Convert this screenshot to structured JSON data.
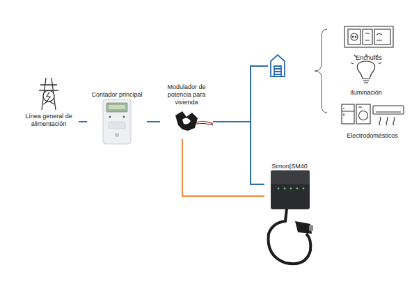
{
  "diagram": {
    "nodes": [
      {
        "text": [
          "Línea general de alimentación"
        ]
      },
      {
        "text": [
          "Contador principal"
        ]
      },
      {
        "text": [
          "Modulador de potencia para vivienda"
        ]
      },
      {
        "text": [
          "Enchufes"
        ]
      },
      {
        "text": [
          "Iluminación"
        ]
      },
      {
        "text": [
          "Electrodomésticos"
        ]
      },
      {
        "text": [
          "Simon|SM40"
        ]
      }
    ],
    "edges": [
      {
        "from": 0,
        "to": 1,
        "arrow": "none"
      },
      {
        "from": 1,
        "to": 2,
        "arrow": "none"
      },
      {
        "from": 2,
        "to": 6,
        "arrow": "none"
      },
      {
        "from": 2,
        "to": 6,
        "arrow": "none"
      }
    ]
  }
}
